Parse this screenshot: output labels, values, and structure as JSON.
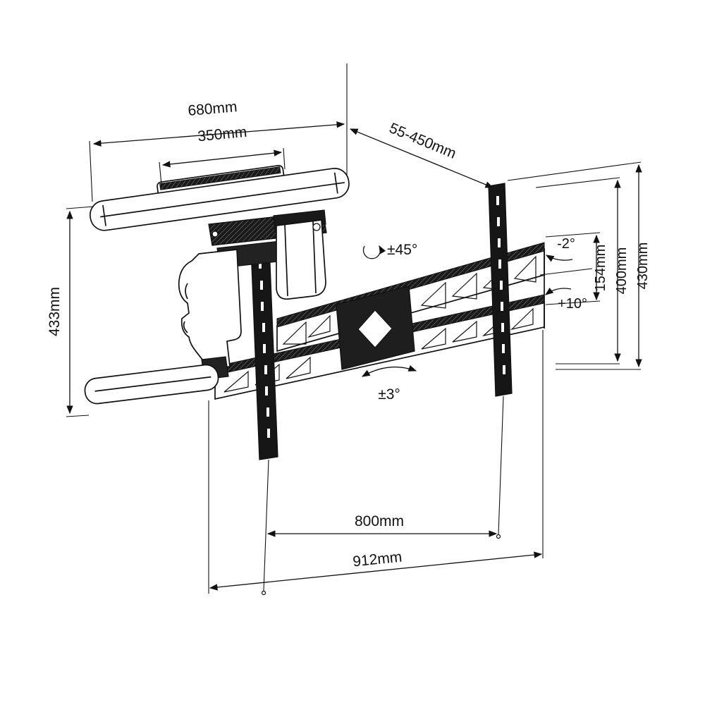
{
  "diagram": {
    "type": "technical-dimension-drawing",
    "subject": "articulating TV wall mount bracket",
    "colors": {
      "line": "#111111",
      "background": "#ffffff"
    },
    "icons": {
      "swivel": "circular-rotation-arrow",
      "tilt_up": "curved-arrow-up",
      "tilt_down": "curved-arrow-down",
      "level": "double-headed-arc-arrow"
    },
    "dims": {
      "top_width": "680mm",
      "inner_width": "350mm",
      "extension_range": "55-450mm",
      "swivel_range": "±45°",
      "arm_height": "433mm",
      "tilt_up": "-2°",
      "tilt_down": "+10°",
      "plate_slot_height": "154mm",
      "plate_height": "400mm",
      "overall_height": "430mm",
      "level_adjust": "±3°",
      "hole_spacing_width": "800mm",
      "overall_width": "912mm"
    }
  }
}
